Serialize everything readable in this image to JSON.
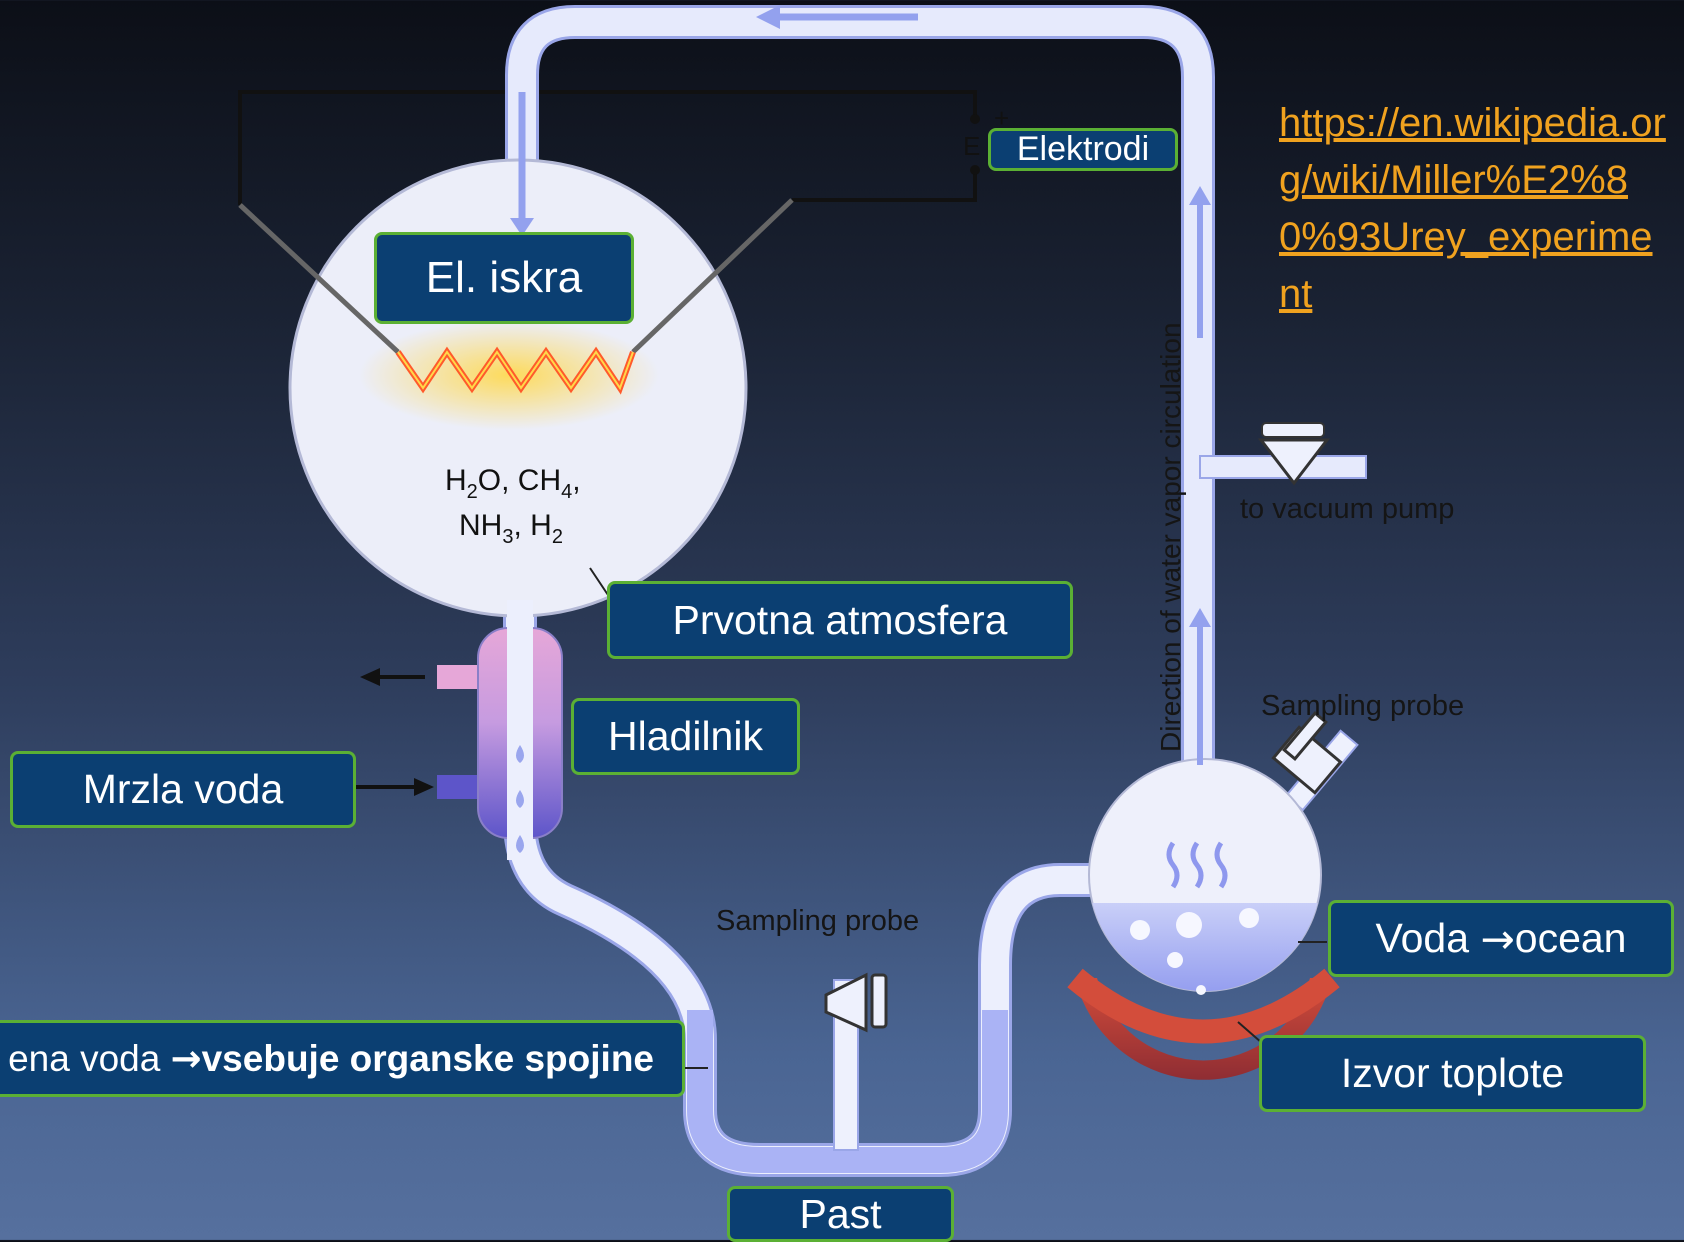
{
  "labels": {
    "elektrodi": "Elektrodi",
    "el_iskra": "El. iskra",
    "prvotna_atmosfera": "Prvotna atmosfera",
    "hladilnik": "Hladilnik",
    "mrzla_voda": "Mrzla voda",
    "voda": "Voda ",
    "voda_arrow": "→",
    "ocean": "ocean",
    "izvor_toplote": "Izvor toplote",
    "past": "Past",
    "ohlajena_prefix": "ena voda ",
    "ohlajena_arrow": "→",
    "ohlajena_bold": "vsebuje organske spojine"
  },
  "link": "https://en.wikipedia.org/wiki/Miller%E2%80%93Urey_experiment",
  "diagram_text": {
    "formula_line1": [
      "H",
      "2",
      "O, CH",
      "4",
      ","
    ],
    "formula_line2": [
      "NH",
      "3",
      ", H",
      "2"
    ],
    "circulation": "Direction of water vapor circulation",
    "vacuum": "to vacuum pump",
    "sampling_top": "Sampling probe",
    "sampling_bottom": "Sampling probe",
    "electrode_minus": "E",
    "electrode_plus": "+"
  },
  "colors": {
    "tube": "#dfe4fb",
    "tube_edge": "#9aa6e8",
    "label_fill": "#0b3f72",
    "label_border": "#5bb034",
    "link": "#f0a21f",
    "spark": "#ff4b1f",
    "heater": "#c8453a"
  }
}
